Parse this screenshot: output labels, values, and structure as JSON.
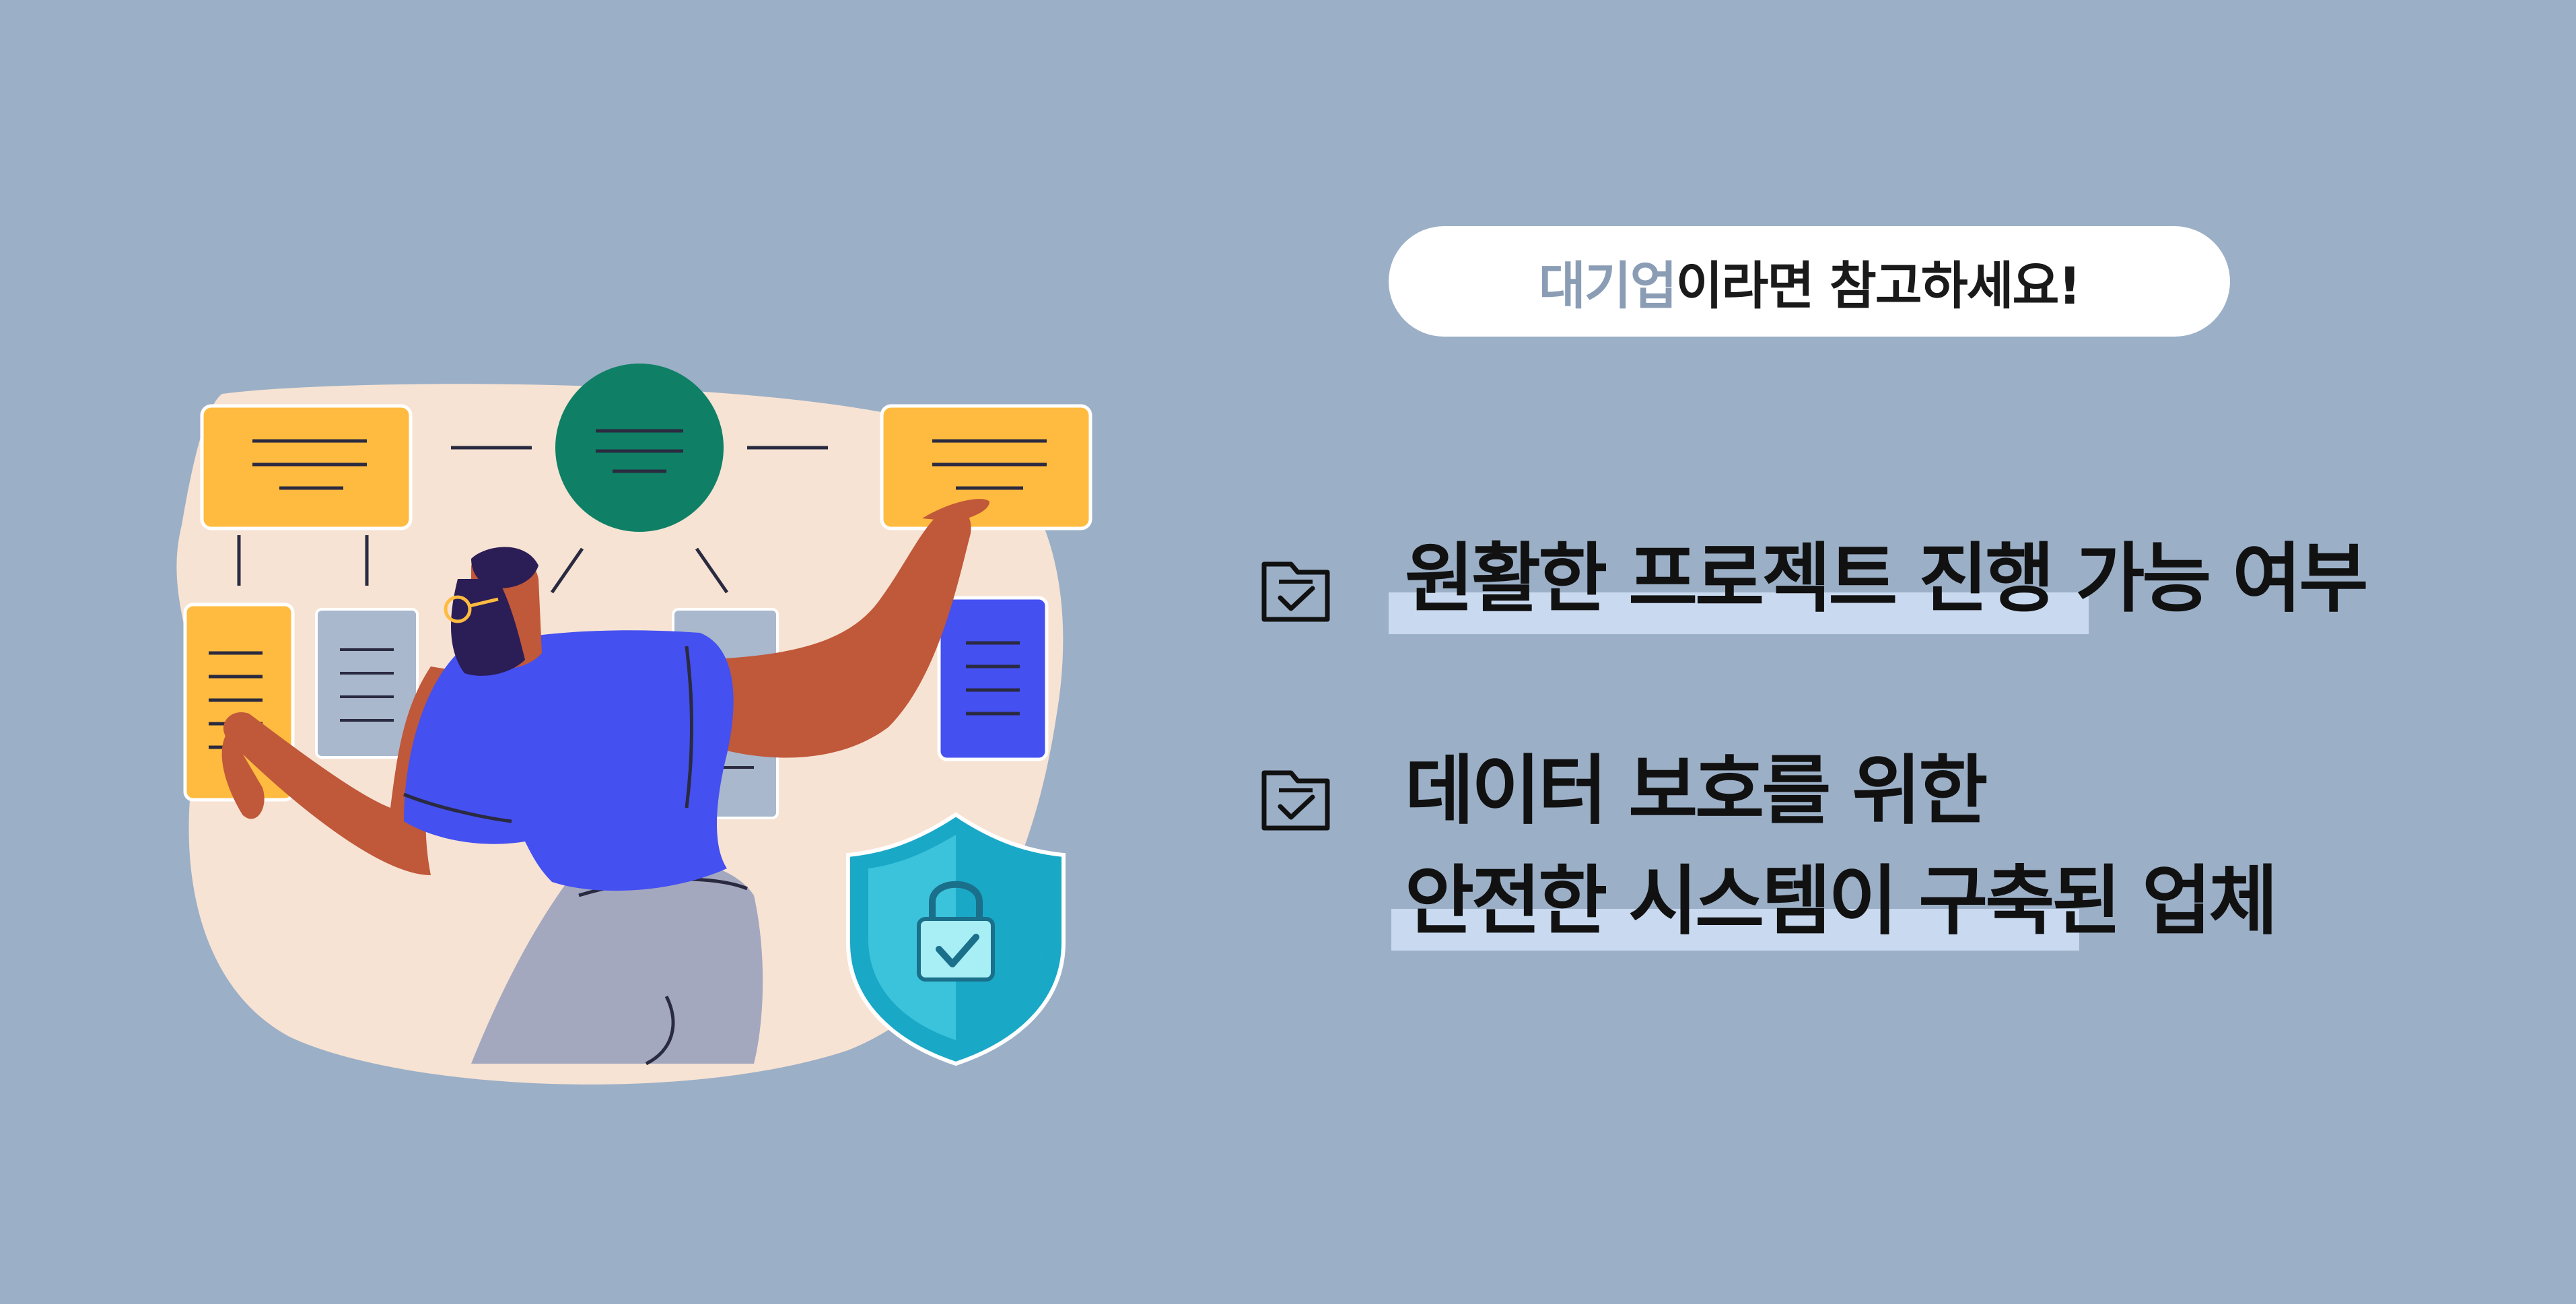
{
  "banner": {
    "accent": "대기업",
    "rest": "이라면 참고하세요!"
  },
  "items": [
    {
      "line1": "원활한 프로젝트 진행 가능 여부",
      "line2": "",
      "icon": "checklist-icon"
    },
    {
      "line1": "데이터 보호를 위한",
      "line2": "안전한 시스템이 구축된 업체",
      "icon": "checklist-icon"
    }
  ],
  "colors": {
    "background": "#9bafc7",
    "accent_text": "#8a9db5",
    "highlight": "#c9daf0"
  }
}
